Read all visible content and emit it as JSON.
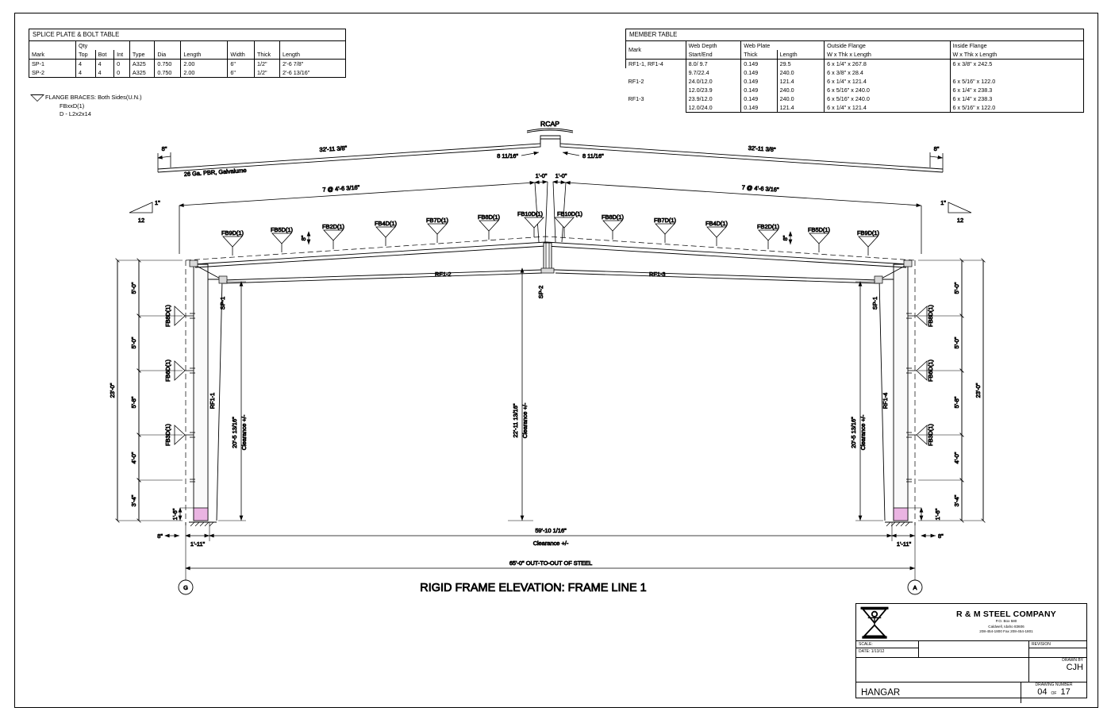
{
  "splice_table": {
    "title": "SPLICE PLATE & BOLT TABLE",
    "group_headers": [
      "",
      "Qty",
      "",
      "",
      "",
      "",
      "",
      "",
      "",
      ""
    ],
    "columns": [
      "Mark",
      "Top",
      "Bot",
      "Int",
      "Type",
      "Dia",
      "Length",
      "Width",
      "Thick",
      "Length"
    ],
    "qty_label": "Qty",
    "rows": [
      {
        "mark": "SP-1",
        "top": "4",
        "bot": "4",
        "int": "0",
        "type": "A325",
        "dia": "0.750",
        "blength": "2.00",
        "width": "6\"",
        "thick": "1/2\"",
        "plength": "2'-6 7/8\""
      },
      {
        "mark": "SP-2",
        "top": "4",
        "bot": "4",
        "int": "0",
        "type": "A325",
        "dia": "0.750",
        "blength": "2.00",
        "width": "6\"",
        "thick": "1/2\"",
        "plength": "2'-6 13/16\""
      }
    ]
  },
  "flange_note": {
    "line1": "FLANGE BRACES: Both Sides(U.N.)",
    "line2": "FBxxD(1)",
    "line3": "D - L2x2x14"
  },
  "member_table": {
    "title": "MEMBER TABLE",
    "headers": {
      "mark": "Mark",
      "web_depth": "Web Depth",
      "web_plate": "Web Plate",
      "outside_flange": "Outside Flange",
      "inside_flange": "Inside Flange",
      "start_end": "Start/End",
      "thick": "Thick",
      "length": "Length",
      "wtl_out": "W x Thk x Length",
      "wtl_in": "W x Thk x Length"
    },
    "rows": [
      {
        "mark": "RF1-1, RF1-4",
        "start_end": "8.0/ 9.7",
        "thick": "0.149",
        "length": "29.5",
        "outside": "6 x 1/4\" x 267.8",
        "inside": "6 x 3/8\" x 242.5"
      },
      {
        "mark": "",
        "start_end": "9.7/22.4",
        "thick": "0.149",
        "length": "240.0",
        "outside": "6 x 3/8\" x 28.4",
        "inside": ""
      },
      {
        "mark": "RF1-2",
        "start_end": "24.0/12.0",
        "thick": "0.149",
        "length": "121.4",
        "outside": "6 x 1/4\" x 121.4",
        "inside": "6 x 5/16\" x 122.0"
      },
      {
        "mark": "",
        "start_end": "12.0/23.9",
        "thick": "0.149",
        "length": "240.0",
        "outside": "6 x 5/16\" x 240.0",
        "inside": "6 x 1/4\" x 238.3"
      },
      {
        "mark": "RF1-3",
        "start_end": "23.9/12.0",
        "thick": "0.149",
        "length": "240.0",
        "outside": "6 x 5/16\" x 240.0",
        "inside": "6 x 1/4\" x 238.3"
      },
      {
        "mark": "",
        "start_end": "12.0/24.0",
        "thick": "0.149",
        "length": "121.4",
        "outside": "6 x 1/4\" x 121.4",
        "inside": "6 x 5/16\" x 122.0"
      }
    ]
  },
  "drawing": {
    "title": "RIGID FRAME ELEVATION: FRAME LINE 1",
    "ridge_cap": "RCAP",
    "panel_note": "26 Ga. PBR, Galvalume",
    "roof_left_run": "32'-11 3/8\"",
    "roof_right_run": "32'-11 3/8\"",
    "eave_overhang_left": "8\"",
    "eave_overhang_right": "8\"",
    "ridge_offset_left": "8 11/16\"",
    "ridge_offset_right": "8 11/16\"",
    "purlin_spacing_left": "7 @ 4'-6 3/16\"",
    "purlin_spacing_right": "7 @ 4'-6 3/16\"",
    "ridge_purlin_left": "1'-0\"",
    "ridge_purlin_right": "1'-0\"",
    "slope_rise_left": "1\"",
    "slope_run_left": "12",
    "slope_rise_right": "1\"",
    "slope_run_right": "12",
    "member_labels": {
      "rafter_left": "RF1-2",
      "rafter_right": "RF1-3",
      "column_left": "RF1-1",
      "column_right": "RF1-4",
      "splice_left": "SP-1",
      "splice_right": "SP-1",
      "splice_ridge": "SP-2"
    },
    "roof_braces_left": [
      "FB9D(1)",
      "FB5D(1)",
      "FB2D(1)",
      "FB4D(1)",
      "FB7D(1)",
      "FB8D(1)",
      "FB10D(1)"
    ],
    "roof_braces_right": [
      "FB10D(1)",
      "FB8D(1)",
      "FB7D(1)",
      "FB4D(1)",
      "FB2D(1)",
      "FB5D(1)",
      "FB9D(1)"
    ],
    "roof_small_dim_left": "8\"",
    "roof_small_dim_right": "8\"",
    "wall_braces_left": [
      "FB8D(1)",
      "FB6D(1)",
      "FB3D(1)"
    ],
    "wall_braces_right": [
      "FB8D(1)",
      "FB6D(1)",
      "FB3D(1)"
    ],
    "wall_dims_left": [
      "5'-0\"",
      "5'-0\"",
      "5'-8\"",
      "4'-0\"",
      "3'-4\""
    ],
    "wall_dims_right": [
      "5'-0\"",
      "5'-0\"",
      "5'-8\"",
      "4'-0\"",
      "3'-4\""
    ],
    "eave_height_left": "23'-0\"",
    "eave_height_right": "23'-0\"",
    "base_dim_left": "1'-6\"",
    "base_dim_right": "1'-6\"",
    "clearance_height_left": "20'-5 13/16\"",
    "clearance_height_left_note": "Clearance +/-",
    "clearance_height_right": "20'-5 13/16\"",
    "clearance_height_right_note": "Clearance +/-",
    "ridge_clearance": "22'-11 13/16\"",
    "ridge_clearance_note": "Clearance +/-",
    "clear_span": "59'-10 1/16\"",
    "clear_span_note": "Clearance +/-",
    "out_to_out": "65'-0\" OUT-TO-OUT OF STEEL",
    "base_offset_left": "1'-11\"",
    "base_offset_right": "1'-11\"",
    "base_edge_left": "8\"",
    "base_edge_right": "8\"",
    "grid_left": "G",
    "grid_right": "A",
    "accent_color": "#e8b6e0"
  },
  "title_block": {
    "company": "R & M STEEL COMPANY",
    "addr1": "P.O. Box 580",
    "addr2": "Caldwell, Idaho  83606",
    "addr3": "208-454-1800  Fax 208-454-1801",
    "scale_label": "SCALE:",
    "scale_value": "",
    "date_label": "DATE:",
    "date_value": "1/13/12",
    "revision_label": "REVISION",
    "revision_value": "",
    "drawn_by_label": "DRAWN BY",
    "drawn_by_value": "CJH",
    "project": "HANGAR",
    "drawing_number_label": "DRAWING NUMBER",
    "sheet": "04",
    "of": "OF",
    "total": "17"
  }
}
